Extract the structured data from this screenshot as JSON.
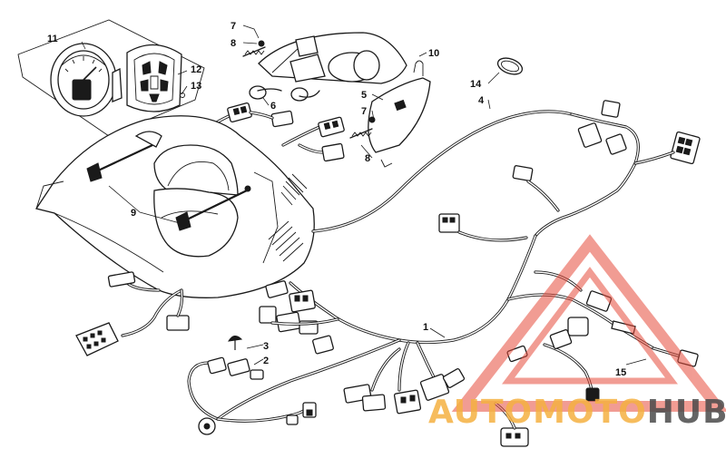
{
  "callouts": {
    "c1": "1",
    "c2": "2",
    "c3": "3",
    "c4": "4",
    "c5": "5",
    "c6": "6",
    "c7a": "7",
    "c7b": "7",
    "c8a": "8",
    "c8b": "8",
    "c9": "9",
    "c10": "10",
    "c11": "11",
    "c12": "12",
    "c13": "13",
    "c14": "14",
    "c15": "15"
  },
  "watermark": {
    "part1": "AUTOMOTO",
    "part2": "HUB",
    "color_primary": "#f5b041",
    "color_secondary": "#4a4a4a",
    "triangle_color": "#e74c3c",
    "icon": "warning-triangle-logo"
  },
  "colors": {
    "line": "#1a1a1a",
    "background": "#ffffff"
  }
}
